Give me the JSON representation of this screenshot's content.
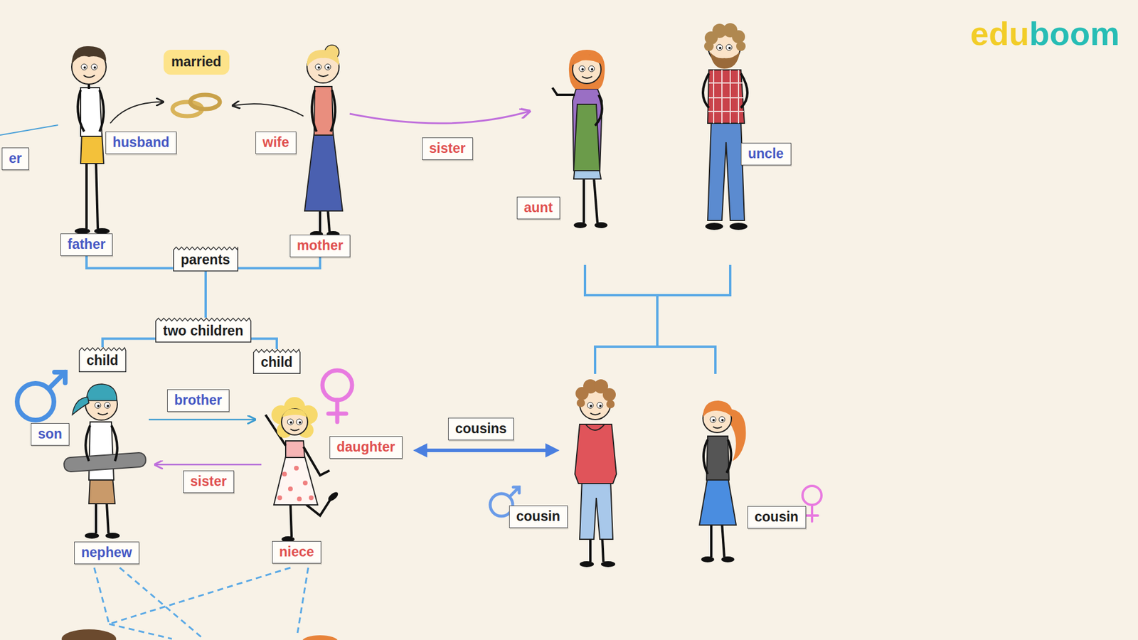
{
  "diagram": {
    "nodes": [
      {
        "text": [
          "er"
        ]
      },
      {
        "text": [
          "married"
        ]
      },
      {
        "text": [
          "husband"
        ]
      },
      {
        "text": [
          "wife"
        ]
      },
      {
        "text": [
          "sister"
        ]
      },
      {
        "text": [
          "uncle"
        ]
      },
      {
        "text": [
          "aunt"
        ]
      },
      {
        "text": [
          "father"
        ]
      },
      {
        "text": [
          "parents"
        ]
      },
      {
        "text": [
          "mother"
        ]
      },
      {
        "text": [
          "two children"
        ]
      },
      {
        "text": [
          "child"
        ]
      },
      {
        "text": [
          "child"
        ]
      },
      {
        "text": [
          "brother"
        ]
      },
      {
        "text": [
          "son"
        ]
      },
      {
        "text": [
          "daughter"
        ]
      },
      {
        "text": [
          "cousins"
        ]
      },
      {
        "text": [
          "sister"
        ]
      },
      {
        "text": [
          "cousin"
        ]
      },
      {
        "text": [
          "cousin"
        ]
      },
      {
        "text": [
          "nephew"
        ]
      },
      {
        "text": [
          "niece"
        ]
      }
    ],
    "edges": [
      {
        "from": 7,
        "to": 8,
        "arrow": "none"
      },
      {
        "from": 9,
        "to": 8,
        "arrow": "none"
      },
      {
        "from": 8,
        "to": 10,
        "arrow": "none"
      },
      {
        "from": 10,
        "to": 11,
        "arrow": "none"
      },
      {
        "from": 10,
        "to": 12,
        "arrow": "none"
      }
    ],
    "labels": [
      "eduboom"
    ]
  }
}
